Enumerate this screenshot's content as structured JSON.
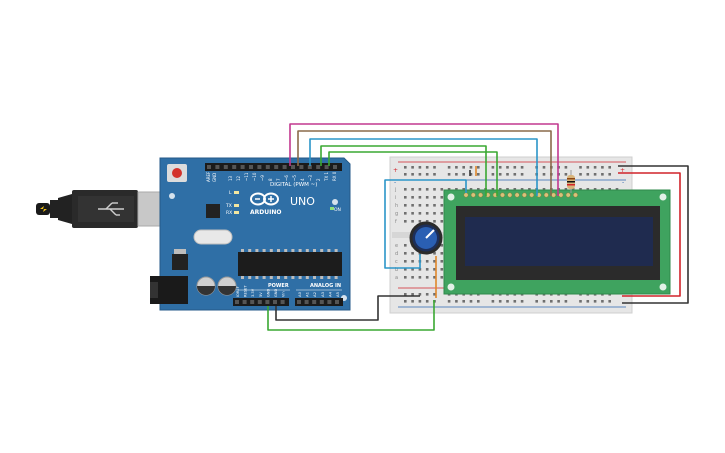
{
  "arduino": {
    "brand": "ARDUINO",
    "model": "UNO",
    "on_label": "ON",
    "digital_label": "DIGITAL (PWM ~)",
    "power_label": "POWER",
    "analog_label": "ANALOG IN",
    "l_label": "L",
    "tx_label": "TX",
    "rx_label": "RX",
    "aref_label": "AREF",
    "gnd_label": "GND",
    "digital_pins": [
      "13",
      "12",
      "~11",
      "~10",
      "~9",
      "8",
      "7",
      "~6",
      "~5",
      "4",
      "~3",
      "2",
      "TX 1",
      "RX 0"
    ],
    "power_pins": [
      "IOREF",
      "RESET",
      "3.3V",
      "5V",
      "GND",
      "GND",
      "Vin"
    ],
    "analog_pins": [
      "A0",
      "A1",
      "A2",
      "A3",
      "A4",
      "A5"
    ]
  },
  "breadboard": {
    "rail_plus": "+",
    "rail_minus": "-",
    "row_letters_top": [
      "j",
      "i",
      "h",
      "g",
      "f"
    ],
    "row_letters_bottom": [
      "e",
      "d",
      "c",
      "b",
      "a"
    ]
  },
  "colors": {
    "arduino_board": "#2f6fa6",
    "breadboard": "#e6e6e6",
    "lcd_pcb": "#3fa35f",
    "lcd_screen": "#1f2b4f",
    "wire_magenta": "#c2388f",
    "wire_brown": "#8a6a4a",
    "wire_blue": "#2b95c8",
    "wire_green": "#3aa832",
    "wire_red": "#d1232a",
    "wire_black": "#333333",
    "wire_orange": "#e0862a"
  }
}
